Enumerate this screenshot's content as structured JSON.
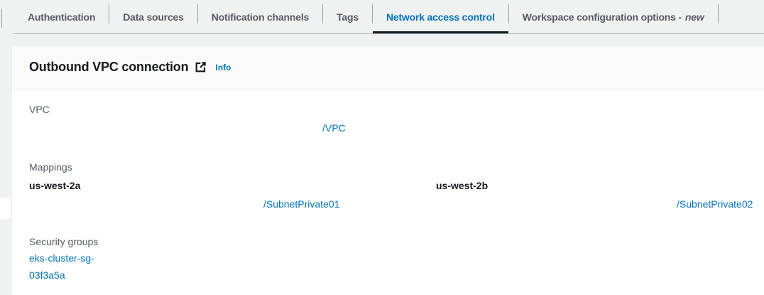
{
  "colors": {
    "page_background": "#f0f1f1",
    "accent_blue": "#0073bb",
    "active_tab_underline": "#16191f",
    "label_gray": "#545b64",
    "divider_gray": "#aab7b8",
    "panel_header_bg": "#fafafa"
  },
  "tabs": {
    "items": [
      {
        "label": "Authentication"
      },
      {
        "label": "Data sources"
      },
      {
        "label": "Notification channels"
      },
      {
        "label": "Tags"
      },
      {
        "label": "Network access control"
      },
      {
        "label": "Workspace configuration options -",
        "suffix": "new"
      }
    ],
    "active": "Network access control"
  },
  "panel": {
    "title": "Outbound VPC connection",
    "info_label": "Info",
    "vpc": {
      "label": "VPC",
      "link": "/VPC"
    },
    "mappings": {
      "label": "Mappings",
      "zones": [
        {
          "name": "us-west-2a",
          "subnet_link": "/SubnetPrivate01"
        },
        {
          "name": "us-west-2b",
          "subnet_link": "/SubnetPrivate02"
        }
      ]
    },
    "security_groups": {
      "label": "Security groups",
      "link": "eks-cluster-sg-03f3a5a"
    }
  }
}
